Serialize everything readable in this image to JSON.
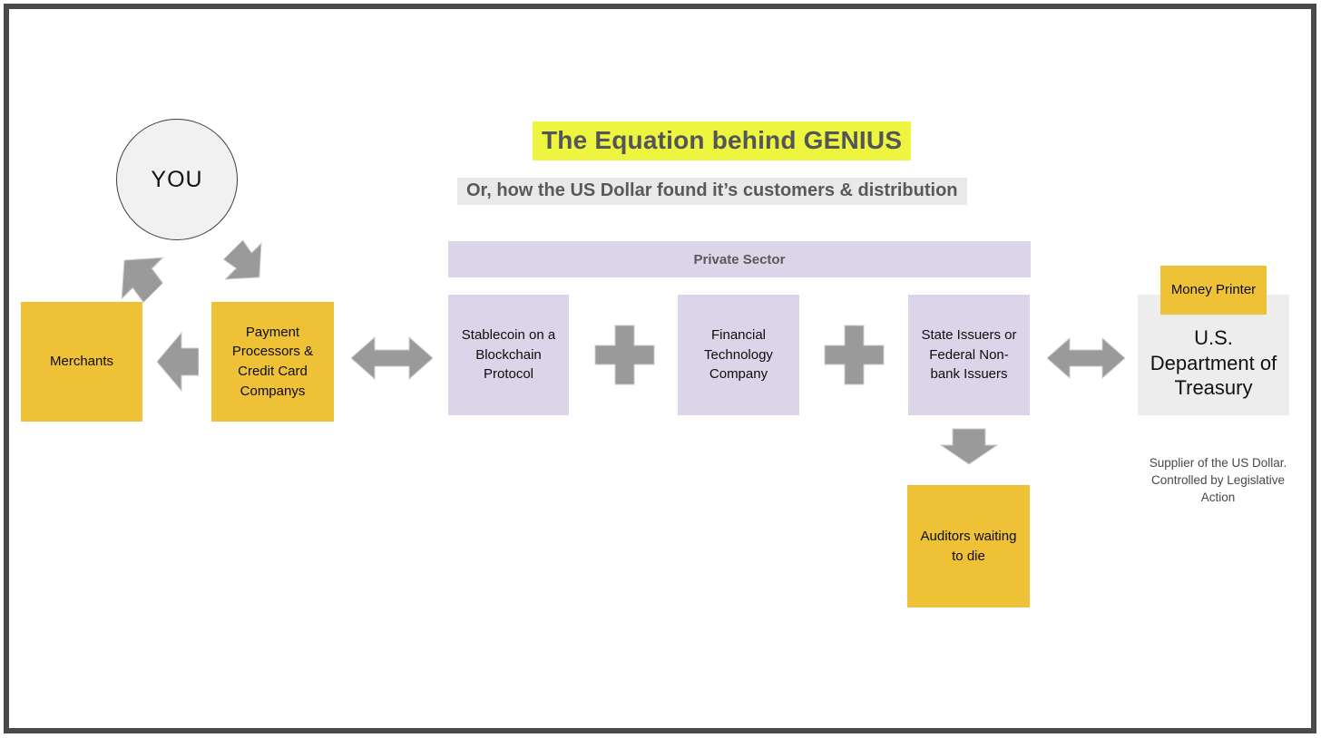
{
  "title": {
    "text": "The Equation behind GENIUS",
    "highlight_color": "#EDF53E",
    "text_color": "#54555A"
  },
  "subtitle": {
    "text": "Or, how the US Dollar found it’s customers & distribution",
    "highlight_color": "#E9E9E9",
    "text_color": "#595959"
  },
  "nodes": {
    "you": {
      "label": "YOU",
      "shape": "circle",
      "fill": "#F1F1F1"
    },
    "merchants": {
      "label": "Merchants",
      "fill": "#EFC137"
    },
    "payment_processors": {
      "label": "Payment Processors & Credit Card Companys",
      "fill": "#EFC137"
    },
    "private_sector": {
      "label": "Private Sector",
      "fill": "#DCD4E8"
    },
    "stablecoin": {
      "label": "Stablecoin on a Blockchain Protocol",
      "fill": "#DCD4E8"
    },
    "fintech": {
      "label": "Financial Technology Company",
      "fill": "#DCD4E8"
    },
    "issuers": {
      "label": "State Issuers or Federal Non-bank Issuers",
      "fill": "#DCD4E8"
    },
    "money_printer": {
      "label": "Money Printer",
      "fill": "#EFC137"
    },
    "treasury": {
      "label": "U.S. Department of Treasury",
      "fill": "#EDEDED",
      "note": "Supplier of the US Dollar. Controlled by Legislative Action"
    },
    "auditors": {
      "label": "Auditors waiting to die",
      "fill": "#EFC137"
    }
  },
  "icons": {
    "arrow_merchants_to_you": "bent block arrow pointing up-left",
    "arrow_you_to_payment": "bent block arrow pointing down-right",
    "arrow_payment_to_merchants": "block arrow pointing left",
    "arrow_payment_stablecoin": "double-headed horizontal block arrow",
    "plus_operator_1": "plus sign between stablecoin and fintech",
    "plus_operator_2": "plus sign between fintech and issuers",
    "arrow_issuers_treasury": "double-headed horizontal block arrow",
    "arrow_issuers_to_auditors": "block arrow pointing down"
  },
  "colors": {
    "arrow_gray": "#9A9A9A",
    "arrow_edge": "#CCCCCC",
    "frame_border": "#4A4A4A",
    "yellow": "#EFC137",
    "lavender": "#DCD4E8",
    "treasury_gray": "#EDEDED"
  }
}
